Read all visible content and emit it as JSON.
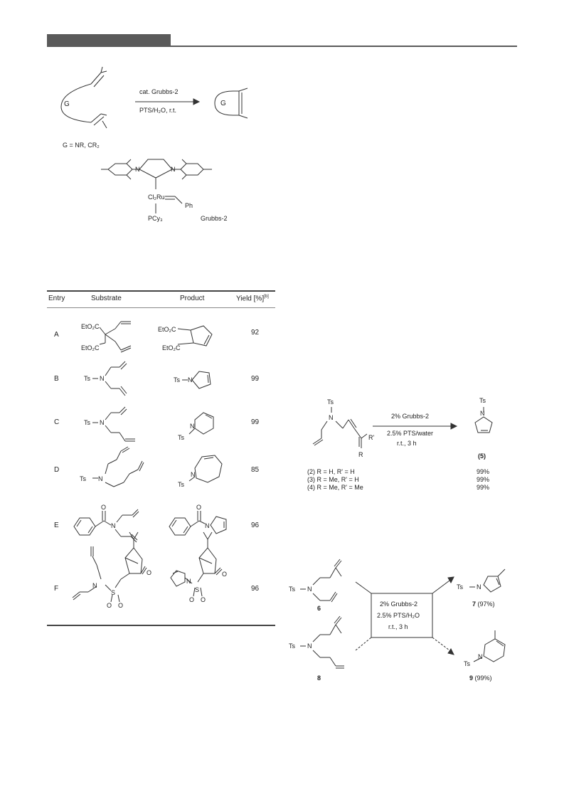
{
  "scheme1": {
    "g_label": "G",
    "cat_label": "cat. Grubbs-2",
    "cond_label": "PTS/H₂O, r.t.",
    "g_def": "G = NR, CR₂",
    "cat_metal": "Cl₂Ru",
    "cat_ph": "Ph",
    "cat_pcy3": "PCy₃",
    "cat_name": "Grubbs-2",
    "n1": "N",
    "n2": "N"
  },
  "table": {
    "headers": [
      "Entry",
      "Substrate",
      "Product",
      "Yield [%]"
    ],
    "yield_sup": "[b]",
    "rows": [
      {
        "entry": "A",
        "yield": "92",
        "sub": [
          "EtO₂C",
          "EtO₂C"
        ],
        "prod": [
          "EtO₂C",
          "EtO₂C"
        ]
      },
      {
        "entry": "B",
        "yield": "99",
        "sub": [
          "Ts",
          "N"
        ],
        "prod": [
          "Ts",
          "N"
        ]
      },
      {
        "entry": "C",
        "yield": "99",
        "sub": [
          "Ts",
          "N"
        ],
        "prod": [
          "N",
          "Ts"
        ]
      },
      {
        "entry": "D",
        "yield": "85",
        "sub": [
          "Ts",
          "N"
        ],
        "prod": [
          "N",
          "Ts"
        ]
      },
      {
        "entry": "E",
        "yield": "96",
        "sub": [
          "O",
          "N"
        ],
        "prod": [
          "O",
          "N"
        ]
      },
      {
        "entry": "F",
        "yield": "96",
        "sub": [
          "N",
          "S",
          "O",
          "O",
          "O"
        ],
        "prod": [
          "N",
          "S",
          "O",
          "O",
          "O"
        ]
      }
    ]
  },
  "scheme2": {
    "ts_top": "Ts",
    "n": "N",
    "r_label": "R",
    "rp_label": "R'",
    "cat": "2% Grubbs-2",
    "pts": "2.5% PTS/water",
    "time": "r.t., 3 h",
    "product_ts": "Ts",
    "product_n": "N",
    "product_label": "(5)",
    "rows": [
      {
        "label": "(2) R = H,   R' = H",
        "yield": "99%"
      },
      {
        "label": "(3) R = Me, R' = H",
        "yield": "99%"
      },
      {
        "label": "(4) R = Me, R' = Me",
        "yield": "99%"
      }
    ]
  },
  "scheme3": {
    "ts": "Ts",
    "n": "N",
    "c6": "6",
    "c8": "8",
    "cat": "2% Grubbs-2",
    "pts": "2.5% PTS/H₂O",
    "time": "r.t., 3 h",
    "p7_num": "7",
    "p7_yield": "(97%)",
    "p9_num": "9",
    "p9_yield": "(99%)"
  }
}
